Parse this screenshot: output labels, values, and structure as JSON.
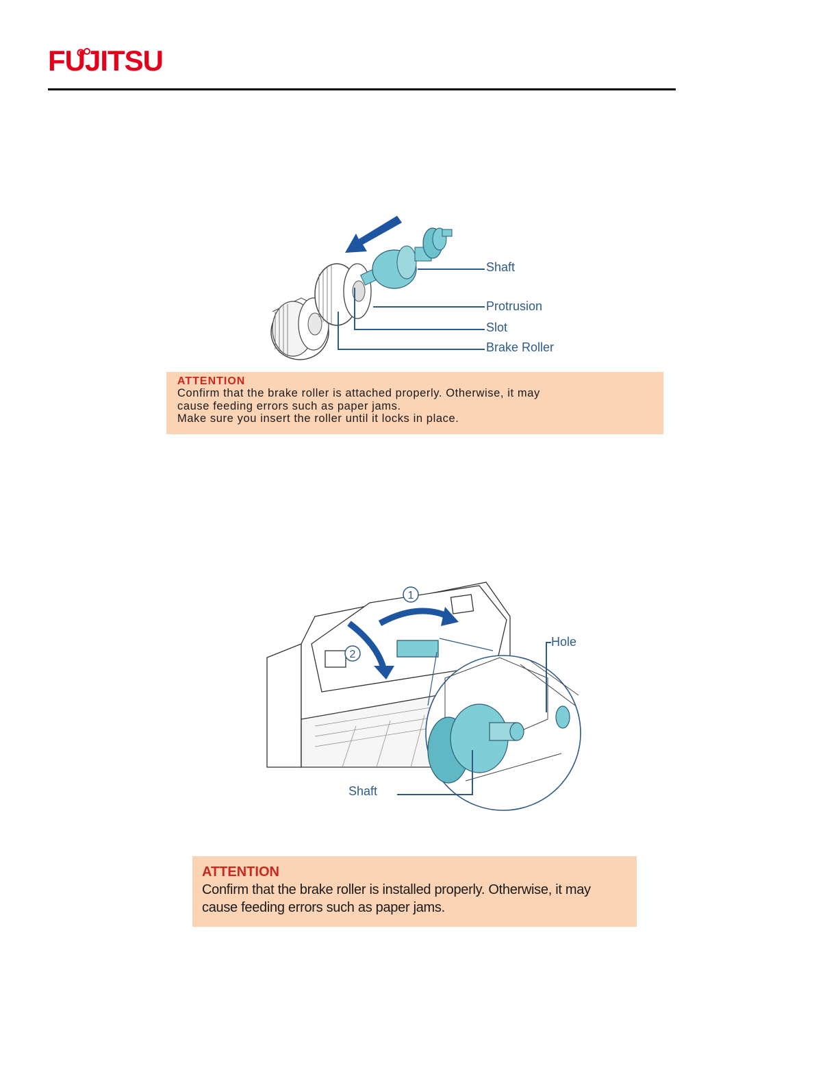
{
  "header": {
    "logo_text": "FUJITSU"
  },
  "figure1": {
    "labels": {
      "shaft": "Shaft",
      "protrusion": "Protrusion",
      "slot": "Slot",
      "brake_roller": "Brake Roller"
    }
  },
  "attention1": {
    "title": "ATTENTION",
    "lines": [
      "Confirm that the brake roller is attached properly. Otherwise, it may",
      "cause feeding errors such as paper jams.",
      "Make sure you insert the  roller until it locks in place."
    ]
  },
  "figure2": {
    "labels": {
      "hole": "Hole",
      "shaft": "Shaft",
      "step1": "1",
      "step2": "2"
    }
  },
  "attention2": {
    "title": "ATTENTION",
    "lines": [
      "Confirm that the brake roller is installed properly. Otherwise, it may",
      "cause feeding errors such as paper jams."
    ]
  },
  "colors": {
    "brand_red": "#e2001a",
    "callout_blue": "#2f5a86",
    "arrow_blue": "#1d55a0",
    "part_teal": "#7fcdd6",
    "attention_bg": "#fbd3b5",
    "attention_title": "#c8281e"
  }
}
